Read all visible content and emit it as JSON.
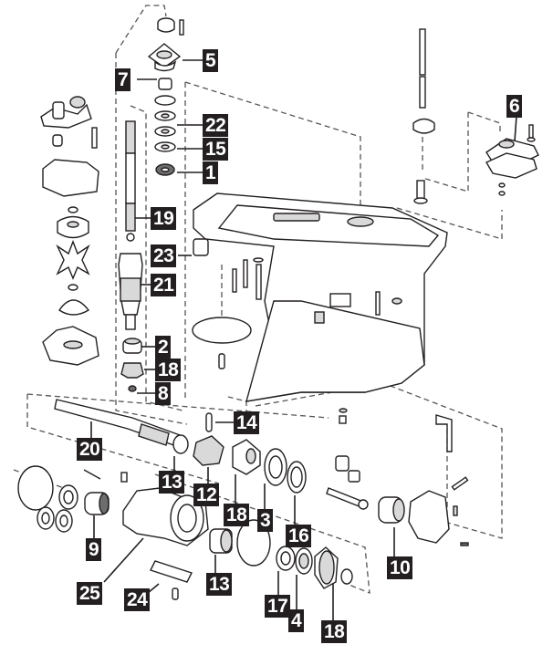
{
  "diagram": {
    "subject": "Outboard lower unit gearcase exploded parts view",
    "colors": {
      "ink": "#231f20",
      "callout_bg": "#231f20",
      "callout_text": "#ffffff",
      "background": "#ffffff"
    },
    "callouts": [
      {
        "id": "c5",
        "label": "5"
      },
      {
        "id": "c7",
        "label": "7"
      },
      {
        "id": "c22",
        "label": "22"
      },
      {
        "id": "c15",
        "label": "15"
      },
      {
        "id": "c1",
        "label": "1"
      },
      {
        "id": "c6",
        "label": "6"
      },
      {
        "id": "c19",
        "label": "19"
      },
      {
        "id": "c23",
        "label": "23"
      },
      {
        "id": "c21",
        "label": "21"
      },
      {
        "id": "c2",
        "label": "2"
      },
      {
        "id": "c18a",
        "label": "18"
      },
      {
        "id": "c8",
        "label": "8"
      },
      {
        "id": "c14",
        "label": "14"
      },
      {
        "id": "c20",
        "label": "20"
      },
      {
        "id": "c13a",
        "label": "13"
      },
      {
        "id": "c12",
        "label": "12"
      },
      {
        "id": "c18b",
        "label": "18"
      },
      {
        "id": "c3",
        "label": "3"
      },
      {
        "id": "c16",
        "label": "16"
      },
      {
        "id": "c10",
        "label": "10"
      },
      {
        "id": "c9",
        "label": "9"
      },
      {
        "id": "c25",
        "label": "25"
      },
      {
        "id": "c24",
        "label": "24"
      },
      {
        "id": "c13b",
        "label": "13"
      },
      {
        "id": "c17",
        "label": "17"
      },
      {
        "id": "c4",
        "label": "4"
      },
      {
        "id": "c18c",
        "label": "18"
      }
    ]
  }
}
